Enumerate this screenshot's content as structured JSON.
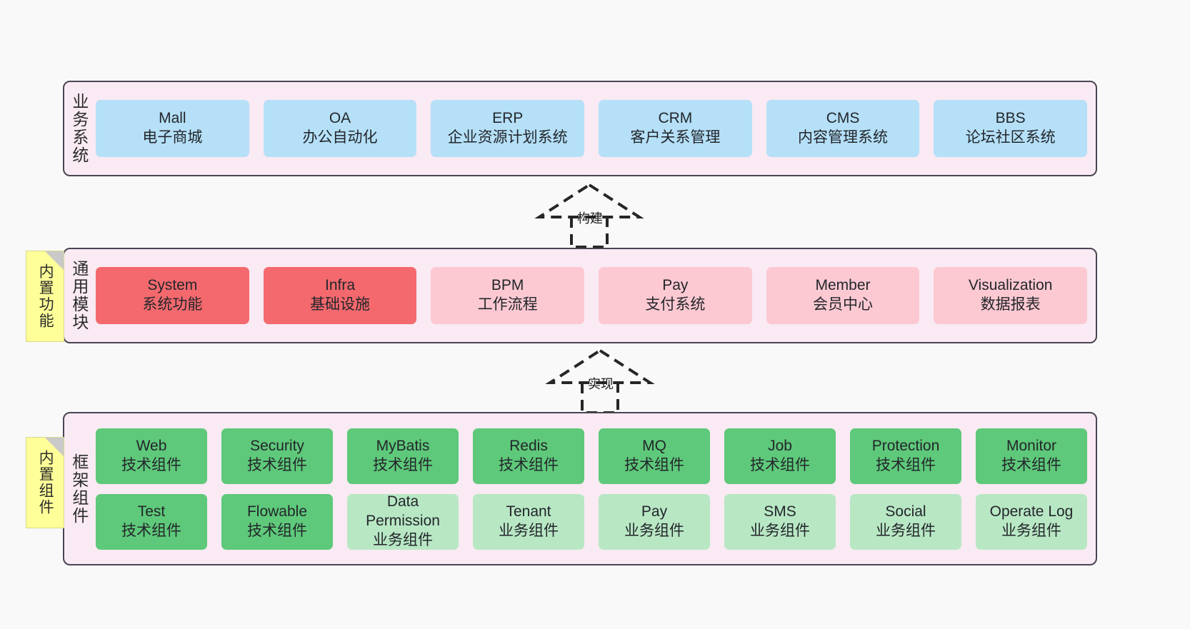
{
  "canvas": {
    "background": "#f9f9f9",
    "container_fill": "#f9eaf3",
    "container_border": "#4a4453"
  },
  "layers": [
    {
      "id": "business",
      "title": "业务系统",
      "box_color": "#b5e0f8",
      "rows": [
        [
          {
            "title": "Mall",
            "subtitle": "电子商城",
            "color": "#b5e0f8"
          },
          {
            "title": "OA",
            "subtitle": "办公自动化",
            "color": "#b5e0f8"
          },
          {
            "title": "ERP",
            "subtitle": "企业资源计划系统",
            "color": "#b5e0f8"
          },
          {
            "title": "CRM",
            "subtitle": "客户关系管理",
            "color": "#b5e0f8"
          },
          {
            "title": "CMS",
            "subtitle": "内容管理系统",
            "color": "#b5e0f8"
          },
          {
            "title": "BBS",
            "subtitle": "论坛社区系统",
            "color": "#b5e0f8"
          }
        ]
      ]
    },
    {
      "id": "modules",
      "title": "通用模块",
      "rows": [
        [
          {
            "title": "System",
            "subtitle": "系统功能",
            "color": "#f4696e"
          },
          {
            "title": "Infra",
            "subtitle": "基础设施",
            "color": "#f4696e"
          },
          {
            "title": "BPM",
            "subtitle": "工作流程",
            "color": "#fcc9d2"
          },
          {
            "title": "Pay",
            "subtitle": "支付系统",
            "color": "#fcc9d2"
          },
          {
            "title": "Member",
            "subtitle": "会员中心",
            "color": "#fcc9d2"
          },
          {
            "title": "Visualization",
            "subtitle": "数据报表",
            "color": "#fcc9d2"
          }
        ]
      ]
    },
    {
      "id": "framework",
      "title": "框架组件",
      "rows": [
        [
          {
            "title": "Web",
            "subtitle": "技术组件",
            "color": "#5ec97a"
          },
          {
            "title": "Security",
            "subtitle": "技术组件",
            "color": "#5ec97a"
          },
          {
            "title": "MyBatis",
            "subtitle": "技术组件",
            "color": "#5ec97a"
          },
          {
            "title": "Redis",
            "subtitle": "技术组件",
            "color": "#5ec97a"
          },
          {
            "title": "MQ",
            "subtitle": "技术组件",
            "color": "#5ec97a"
          },
          {
            "title": "Job",
            "subtitle": "技术组件",
            "color": "#5ec97a"
          },
          {
            "title": "Protection",
            "subtitle": "技术组件",
            "color": "#5ec97a"
          },
          {
            "title": "Monitor",
            "subtitle": "技术组件",
            "color": "#5ec97a"
          }
        ],
        [
          {
            "title": "Test",
            "subtitle": "技术组件",
            "color": "#5ec97a"
          },
          {
            "title": "Flowable",
            "subtitle": "技术组件",
            "color": "#5ec97a"
          },
          {
            "title": "Data Permission",
            "subtitle": "业务组件",
            "color": "#b8e7c4"
          },
          {
            "title": "Tenant",
            "subtitle": "业务组件",
            "color": "#b8e7c4"
          },
          {
            "title": "Pay",
            "subtitle": "业务组件",
            "color": "#b8e7c4"
          },
          {
            "title": "SMS",
            "subtitle": "业务组件",
            "color": "#b8e7c4"
          },
          {
            "title": "Social",
            "subtitle": "业务组件",
            "color": "#b8e7c4"
          },
          {
            "title": "Operate Log",
            "subtitle": "业务组件",
            "color": "#b8e7c4"
          }
        ]
      ]
    }
  ],
  "sticky_notes": [
    {
      "id": "builtin-feature",
      "label": "内置功能",
      "color": "#ffff99"
    },
    {
      "id": "builtin-component",
      "label": "内置组件",
      "color": "#ffff99"
    }
  ],
  "connectors": [
    {
      "id": "build",
      "label": "构建",
      "style": "dashed-hollow-arrow-up",
      "from": "通用模块",
      "to": "业务系统"
    },
    {
      "id": "impl",
      "label": "实现",
      "style": "dashed-hollow-arrow-up",
      "from": "框架组件",
      "to": "通用模块"
    }
  ]
}
